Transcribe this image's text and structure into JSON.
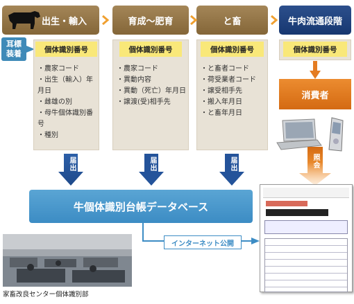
{
  "stages": [
    {
      "label": "出生・輸入"
    },
    {
      "label": "育成～肥育"
    },
    {
      "label": "と畜"
    },
    {
      "label": "牛肉流通段階"
    }
  ],
  "id_label": "個体識別番号",
  "ear_tag": "耳標装着",
  "columns": [
    {
      "items": [
        "・農家コード",
        "・出生（輸入）年月日",
        "・雌雄の別",
        "・母牛個体識別番号",
        "・種別"
      ]
    },
    {
      "items": [
        "・農家コード",
        "・異動内容",
        "・異動（死亡）年月日",
        "・譲渡(受)相手先"
      ]
    },
    {
      "items": [
        "・と畜者コード",
        "・荷受業者コード",
        "・譲受相手先",
        "・搬入年月日",
        "・と畜年月日"
      ]
    }
  ],
  "report_label": "届出",
  "database_label": "牛個体識別台帳データベース",
  "internet_label": "インターネット公開",
  "consumer_label": "消費者",
  "inquiry_label": "照会",
  "caption": "家畜改良センター個体識別部",
  "colors": {
    "brown": "#947446",
    "navy": "#1f3f7a",
    "blue": "#3c8cc4",
    "orange": "#e47c22",
    "yellow": "#f9e879",
    "beige": "#e8e2d6"
  }
}
